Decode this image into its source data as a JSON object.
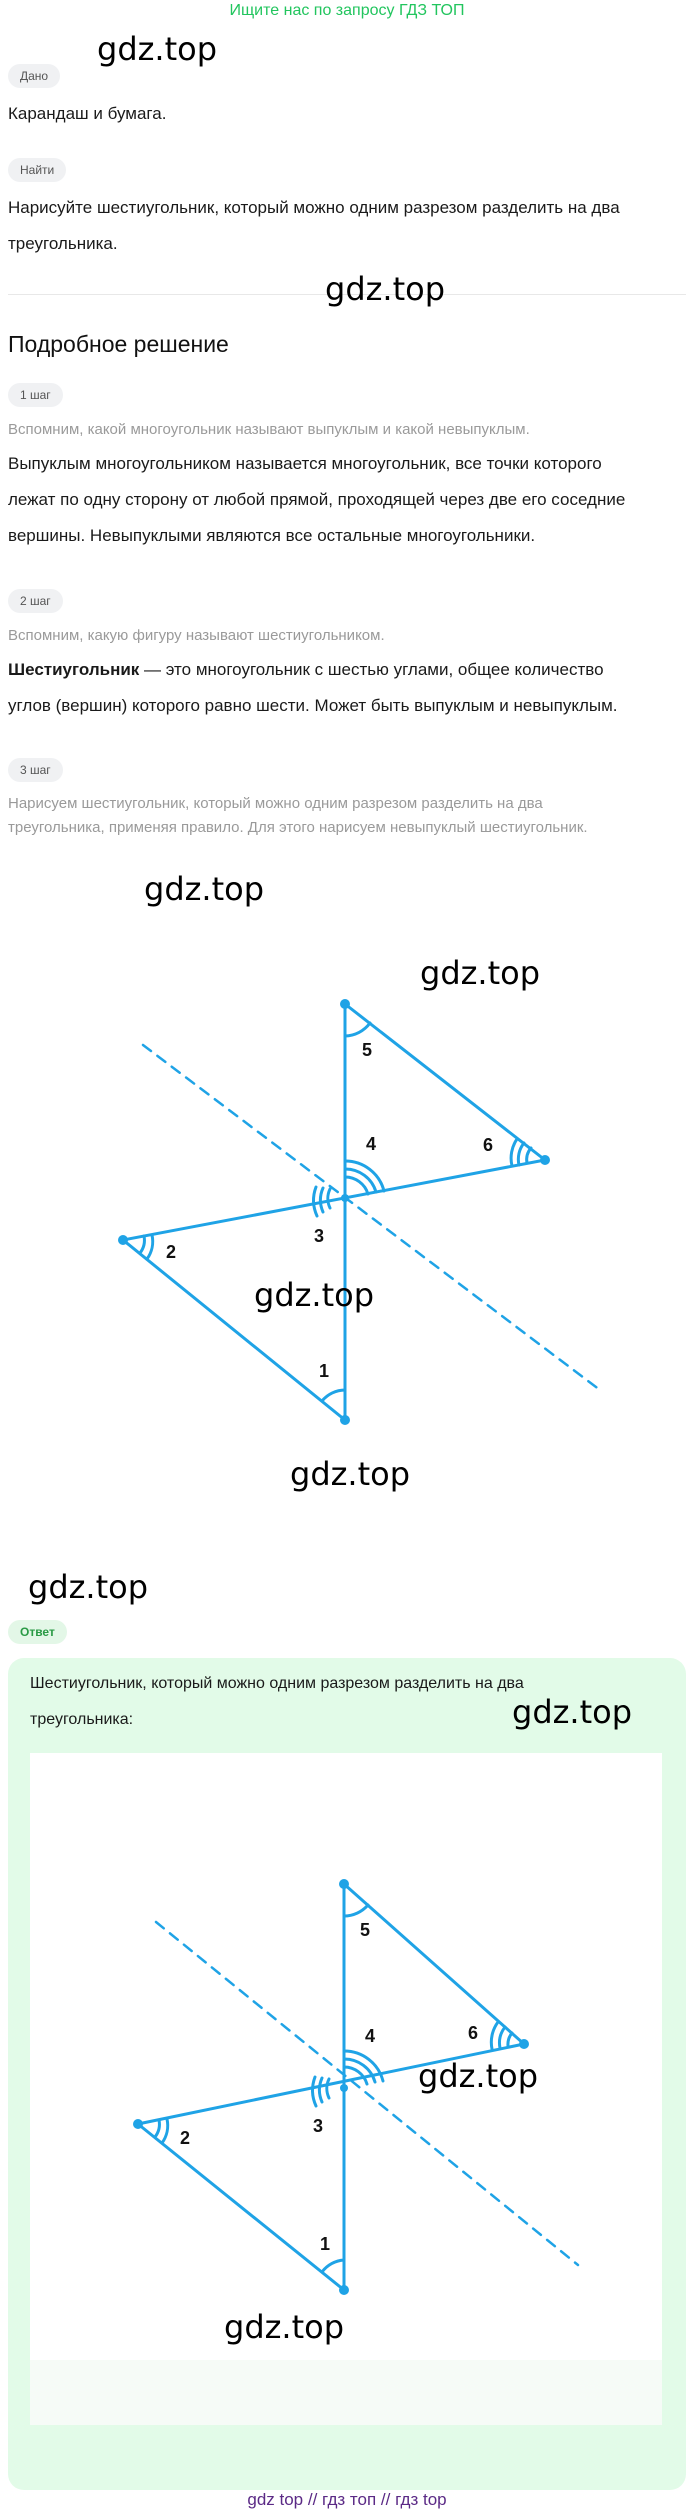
{
  "banner": "Ищите нас по запросу ГДЗ ТОП",
  "watermark": "gdz.top",
  "given": {
    "label": "Дано",
    "text": "Карандаш и бумага."
  },
  "find": {
    "label": "Найти",
    "text_line1": "Нарисуйте шестиугольник, который можно одним разрезом разделить на два",
    "text_line2": "треугольника."
  },
  "solution": {
    "title": "Подробное решение",
    "steps": [
      {
        "label": "1 шаг",
        "hint": "Вспомним, какой многоугольник называют выпуклым и какой невыпуклым.",
        "lines": [
          "Выпуклым многоугольником называется многоугольник, все точки которого",
          "лежат по одну сторону от любой прямой, проходящей через две его соседние",
          "вершины. Невыпуклыми являются все остальные многоугольники."
        ]
      },
      {
        "label": "2 шаг",
        "hint": "Вспомним, какую фигуру называют шестиугольником.",
        "term": "Шестиугольник",
        "line1_rest": " — это многоугольник с шестью углами, общее количество",
        "line2": "углов (вершин) которого равно шести. Может быть выпуклым и невыпуклым."
      },
      {
        "label": "3 шаг",
        "hint_line1": "Нарисуем шестиугольник, который можно одним разрезом разделить на два",
        "hint_line2": "треугольника, применяя правило. Для этого нарисуем невыпуклый шестиугольник."
      }
    ]
  },
  "figure": {
    "angle_labels": [
      "1",
      "2",
      "3",
      "4",
      "5",
      "6"
    ],
    "line_color": "#1fa3e6"
  },
  "answer": {
    "label": "Ответ",
    "line1": "Шестиугольник, который можно одним разрезом разделить на два",
    "line2": "треугольника:"
  },
  "footer": {
    "items": [
      "gdz top",
      "гдз топ",
      "гдз top"
    ],
    "separator": "//"
  }
}
